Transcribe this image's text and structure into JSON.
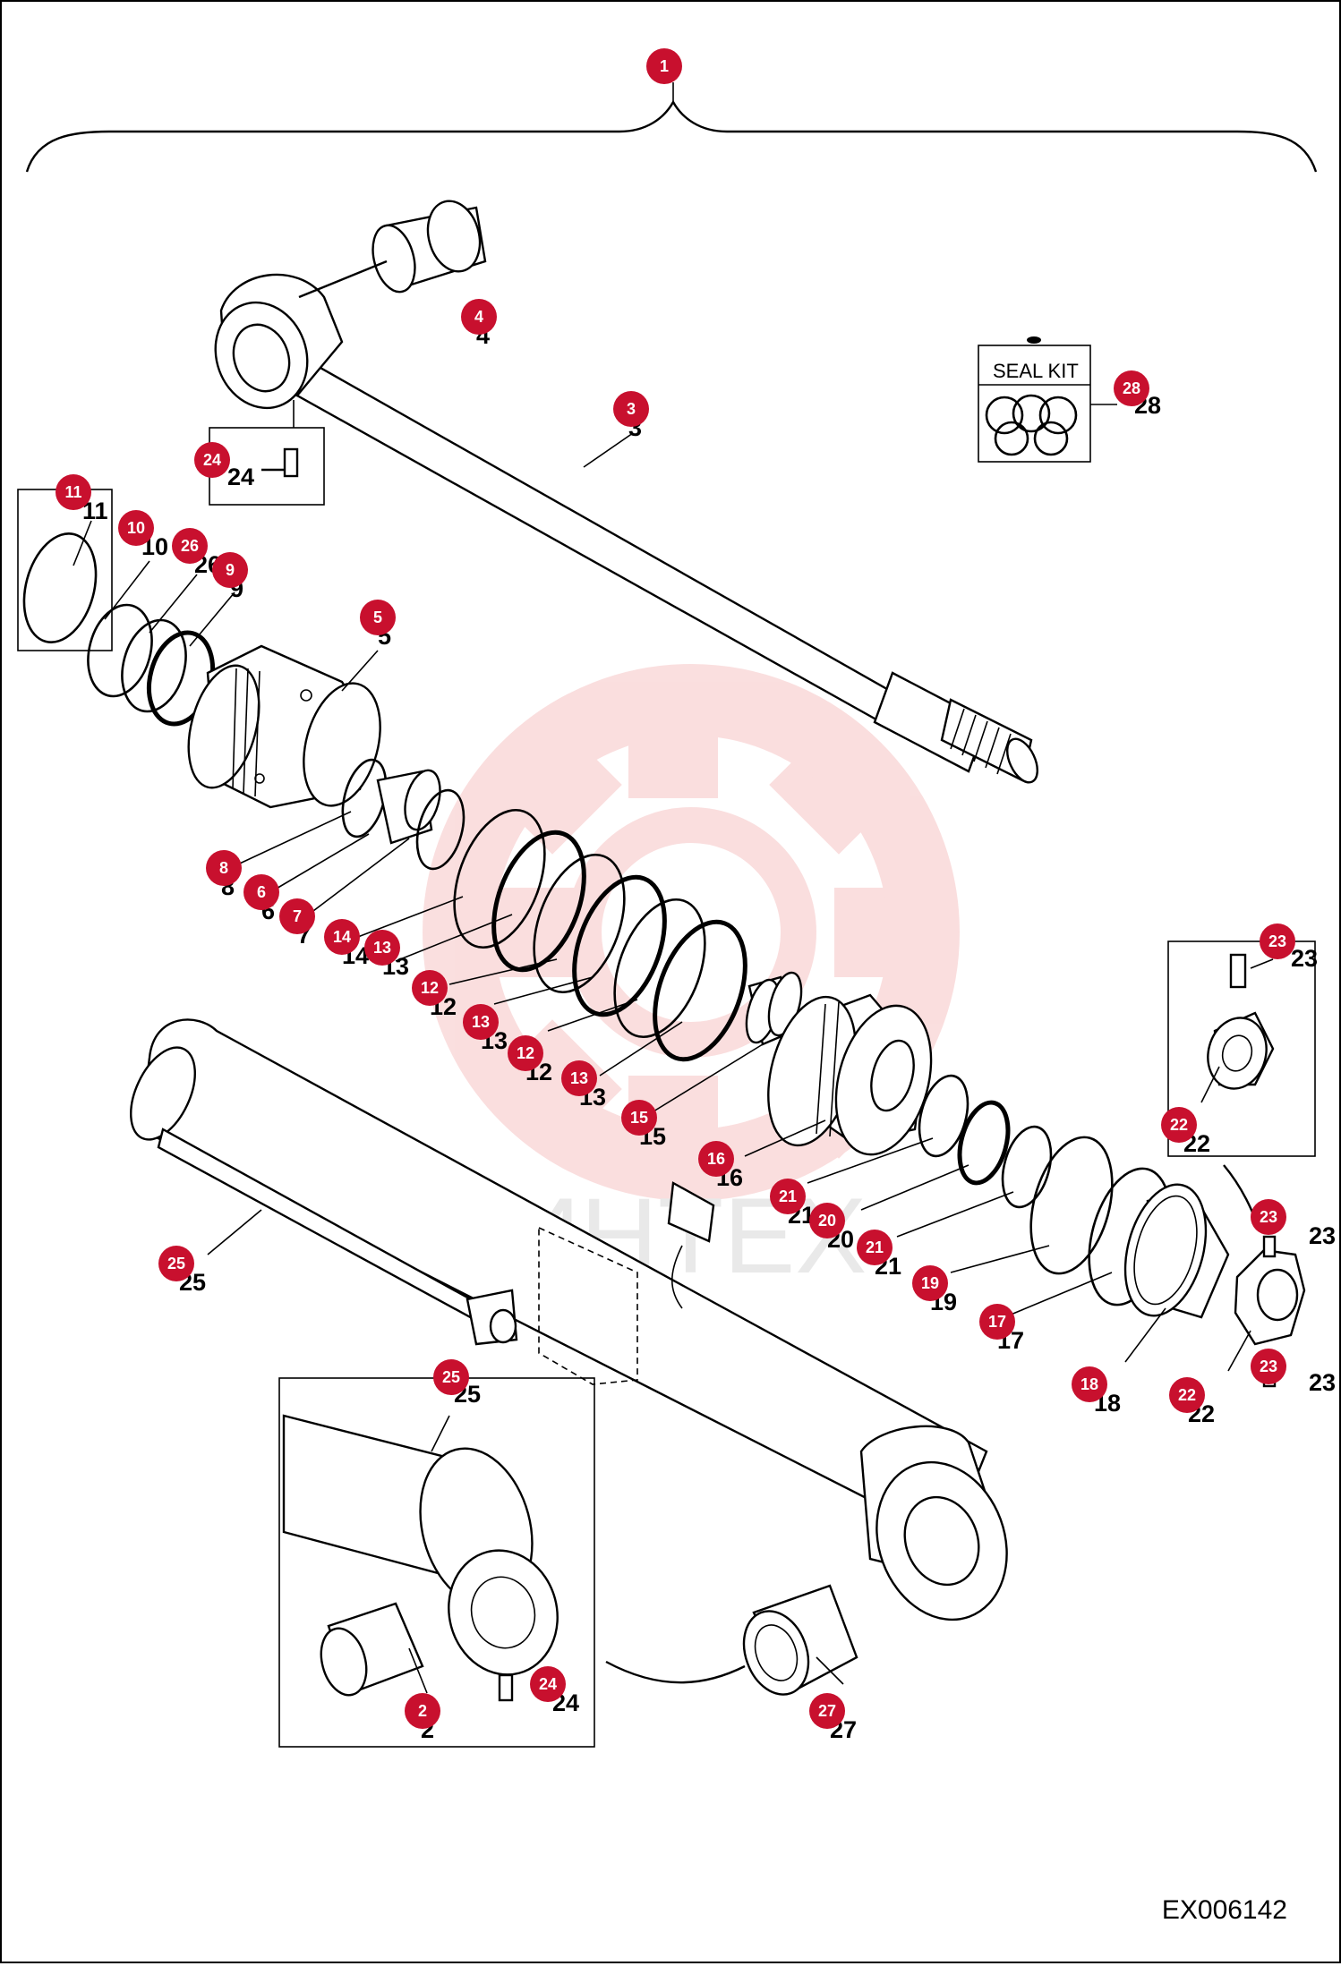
{
  "diagram": {
    "code": "EX006142",
    "seal_kit_label": "SEAL KIT",
    "watermark": "ИНТЕХ",
    "callouts": [
      {
        "id": "1",
        "label": "1"
      },
      {
        "id": "4",
        "label": "4"
      },
      {
        "id": "3",
        "label": "3"
      },
      {
        "id": "28",
        "label": "28"
      },
      {
        "id": "24a",
        "label": "24"
      },
      {
        "id": "11",
        "label": "11"
      },
      {
        "id": "10",
        "label": "10"
      },
      {
        "id": "26",
        "label": "26"
      },
      {
        "id": "9",
        "label": "9"
      },
      {
        "id": "5",
        "label": "5"
      },
      {
        "id": "8",
        "label": "8"
      },
      {
        "id": "6",
        "label": "6"
      },
      {
        "id": "7",
        "label": "7"
      },
      {
        "id": "14",
        "label": "14"
      },
      {
        "id": "13a",
        "label": "13"
      },
      {
        "id": "12a",
        "label": "12"
      },
      {
        "id": "13b",
        "label": "13"
      },
      {
        "id": "12b",
        "label": "12"
      },
      {
        "id": "13c",
        "label": "13"
      },
      {
        "id": "15",
        "label": "15"
      },
      {
        "id": "16",
        "label": "16"
      },
      {
        "id": "21a",
        "label": "21"
      },
      {
        "id": "20",
        "label": "20"
      },
      {
        "id": "21b",
        "label": "21"
      },
      {
        "id": "19",
        "label": "19"
      },
      {
        "id": "17",
        "label": "17"
      },
      {
        "id": "18",
        "label": "18"
      },
      {
        "id": "22a",
        "label": "22"
      },
      {
        "id": "23a",
        "label": "23"
      },
      {
        "id": "23b",
        "label": "23"
      },
      {
        "id": "23c",
        "label": "23"
      },
      {
        "id": "22b",
        "label": "22"
      },
      {
        "id": "25a",
        "label": "25"
      },
      {
        "id": "25b",
        "label": "25"
      },
      {
        "id": "24b",
        "label": "24"
      },
      {
        "id": "2",
        "label": "2"
      },
      {
        "id": "27",
        "label": "27"
      }
    ]
  },
  "colors": {
    "badge": "#c8102e",
    "watermark": "#f2b8b8",
    "line": "#000000"
  }
}
